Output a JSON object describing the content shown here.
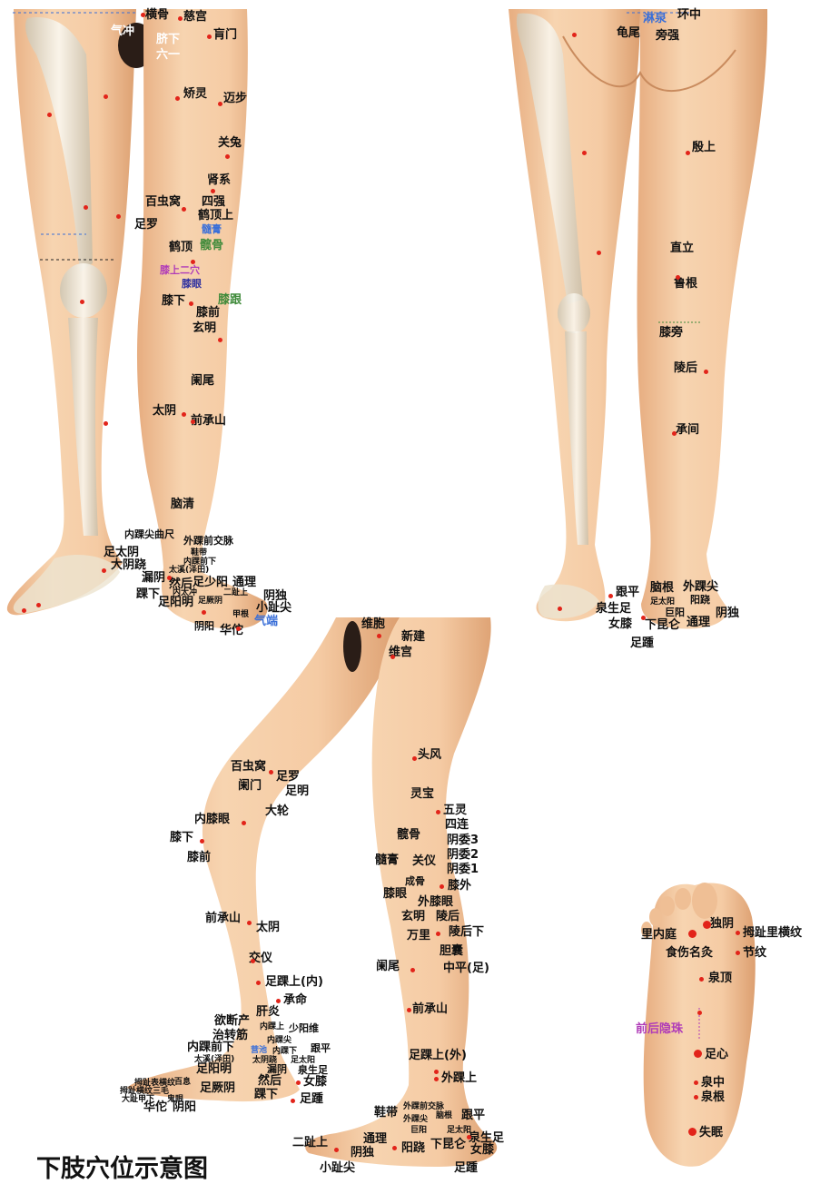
{
  "title": "下肢穴位示意图",
  "colors": {
    "skin": "#f3c79f",
    "skin_shade": "#d89a6b",
    "bone": "#f2ede0",
    "point": "#e2241a",
    "text": "#111111",
    "blue": "#3a6fd8",
    "purple": "#b03cb8",
    "green": "#3f8a3a",
    "navy": "#2d2fa0"
  },
  "panels": {
    "front_view": {
      "labels": [
        "横骨",
        "慈宫",
        "肓门",
        "脐下",
        "六一",
        "气冲",
        "矫灵",
        "迈步",
        "关兔",
        "肾系",
        "百虫窝",
        "四强",
        "足罗",
        "鹤顶上",
        "髓膏",
        "鹤顶",
        "髋骨",
        "膝上二穴",
        "膝眼",
        "膝下",
        "膝跟",
        "膝前",
        "玄明",
        "阑尾",
        "太阴",
        "前承山",
        "脑清",
        "内踝尖曲尺",
        "外踝前交脉",
        "足太阴",
        "鞋带",
        "内踝前下",
        "太溪(泽田)",
        "大阴跷",
        "漏阴",
        "然后",
        "足少阳",
        "通理",
        "踝下",
        "足阳明",
        "二趾上",
        "阴独",
        "足厥阴",
        "小趾尖",
        "甲根",
        "阴阳",
        "华佗",
        "气端",
        "内太冲"
      ]
    },
    "back_view": {
      "labels": [
        "淋泉",
        "环中",
        "龟尾",
        "旁强",
        "殷上",
        "直立",
        "鲁根",
        "膝旁",
        "陵后",
        "承间",
        "跟平",
        "脑根",
        "外踝尖",
        "足太阳",
        "阳跷",
        "泉生足",
        "巨阳",
        "阴独",
        "女膝",
        "下昆仑",
        "通理",
        "足踵"
      ]
    },
    "side_view": {
      "labels": [
        "维胞",
        "新建",
        "维宫",
        "头风",
        "百虫窝",
        "足罗",
        "阑门",
        "足明",
        "灵宝",
        "五灵",
        "大轮",
        "内膝眼",
        "四连",
        "髋骨",
        "阴委3",
        "膝下",
        "阴委2",
        "髓膏",
        "关仪",
        "阴委1",
        "膝前",
        "成骨",
        "膝外",
        "膝眼",
        "外膝眼",
        "玄明",
        "陵后",
        "前承山",
        "万里",
        "陵后下",
        "太阴",
        "胆囊",
        "交仪",
        "阑尾",
        "中平(足)",
        "足踝上(内)",
        "承命",
        "肝炎",
        "前承山",
        "欲断产",
        "内踝上",
        "少阳维",
        "治转筋",
        "内踝尖",
        "内踝前下",
        "营池",
        "内踝下",
        "跟平",
        "太溪(泽田)",
        "太阴跷",
        "足太阳",
        "足阳明",
        "漏阴",
        "泉生足",
        "拇趾表横纹",
        "百息",
        "然后",
        "女膝",
        "拇趾横纹三毛",
        "足厥阴",
        "踝下",
        "足踵",
        "大趾甲下",
        "鬼眼",
        "华佗",
        "阴阳",
        "足踝上(外)",
        "外踝上",
        "外踝前交脉",
        "鞋带",
        "外踝尖",
        "脑根",
        "跟平",
        "巨阳",
        "足太阳",
        "泉生足",
        "二趾上",
        "通理",
        "阴独",
        "阳跷",
        "下昆仑",
        "女膝",
        "小趾尖",
        "足踵"
      ]
    },
    "sole_view": {
      "labels": [
        "独阴",
        "里内庭",
        "拇趾里横纹",
        "食伤名灸",
        "节纹",
        "泉顶",
        "前后隐珠",
        "足心",
        "泉中",
        "泉根",
        "失眠"
      ]
    }
  }
}
